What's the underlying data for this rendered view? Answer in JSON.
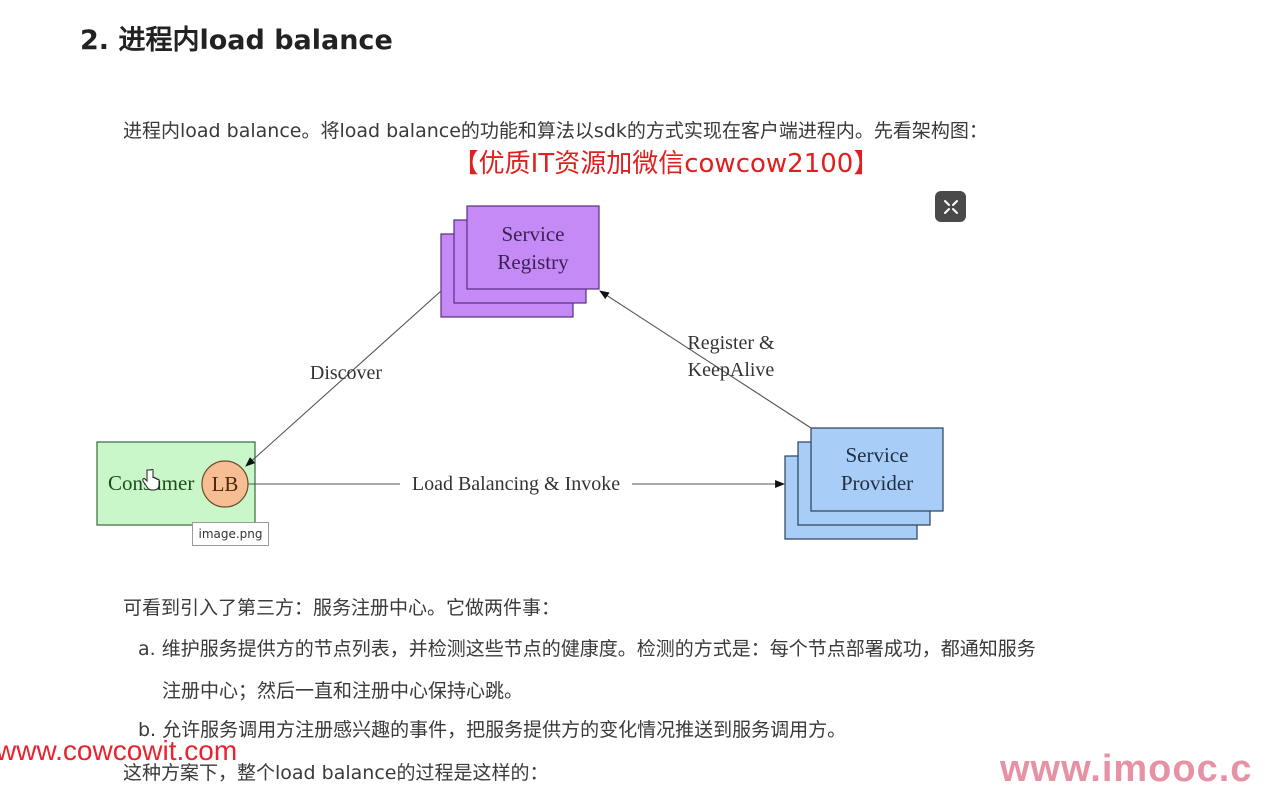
{
  "heading": "2. 进程内load balance",
  "intro": "进程内load balance。将load balance的功能和算法以sdk的方式实现在客户端进程内。先看架构图：",
  "promo_banner": "【优质IT资源加微信cowcow2100】",
  "diagram": {
    "nodes": {
      "registry": {
        "line1": "Service",
        "line2": "Registry"
      },
      "provider": {
        "line1": "Service",
        "line2": "Provider"
      },
      "consumer": "Consumer",
      "lb": "LB"
    },
    "edges": {
      "discover": "Discover",
      "register_line1": "Register &",
      "register_line2": "KeepAlive",
      "invoke": "Load Balancing & Invoke"
    },
    "colors": {
      "registry": "#c58af5",
      "provider": "#a8cdf7",
      "consumer": "#c9f7c9",
      "lb": "#f7be93"
    }
  },
  "image_tooltip": "image.png",
  "expand_icon": "expand-icon",
  "body": {
    "p1": "可看到引入了第三方：服务注册中心。它做两件事：",
    "item_a_line1": "a. 维护服务提供方的节点列表，并检测这些节点的健康度。检测的方式是：每个节点部署成功，都通知服务",
    "item_a_line2": "注册中心；然后一直和注册中心保持心跳。",
    "item_b": "b. 允许服务调用方注册感兴趣的事件，把服务提供方的变化情况推送到服务调用方。",
    "p2": "这种方案下，整个load balance的过程是这样的："
  },
  "watermarks": {
    "left": "www.cowcowit.com",
    "right": "www.imooc.c"
  }
}
